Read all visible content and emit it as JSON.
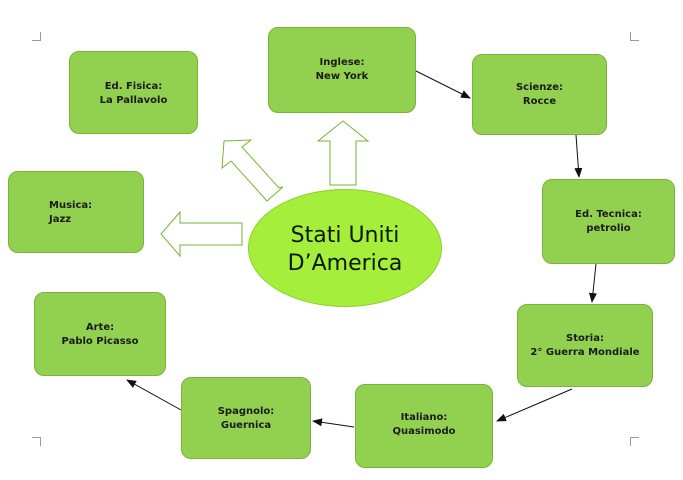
{
  "center": {
    "line1": "Stati Uniti",
    "line2": "D’America"
  },
  "nodes": {
    "ed_fisica": {
      "subject": "Ed. Fisica:",
      "topic": "La Pallavolo"
    },
    "inglese": {
      "subject": "Inglese:",
      "topic": "New York"
    },
    "scienze": {
      "subject": "Scienze:",
      "topic": "Rocce"
    },
    "ed_tecnica": {
      "subject": "Ed. Tecnica:",
      "topic": "petrolio"
    },
    "storia": {
      "subject": "Storia:",
      "topic": "2° Guerra Mondiale"
    },
    "italiano": {
      "subject": "Italiano:",
      "topic": "Quasimodo"
    },
    "spagnolo": {
      "subject": "Spagnolo:",
      "topic": "Guernica"
    },
    "arte": {
      "subject": "Arte:",
      "topic": "Pablo Picasso"
    },
    "musica": {
      "subject": "Musica:",
      "topic": "Jazz"
    }
  },
  "colors": {
    "box_fill": "#92d050",
    "center_fill": "#a6ee3c",
    "block_arrow_stroke": "#7ab33a"
  }
}
